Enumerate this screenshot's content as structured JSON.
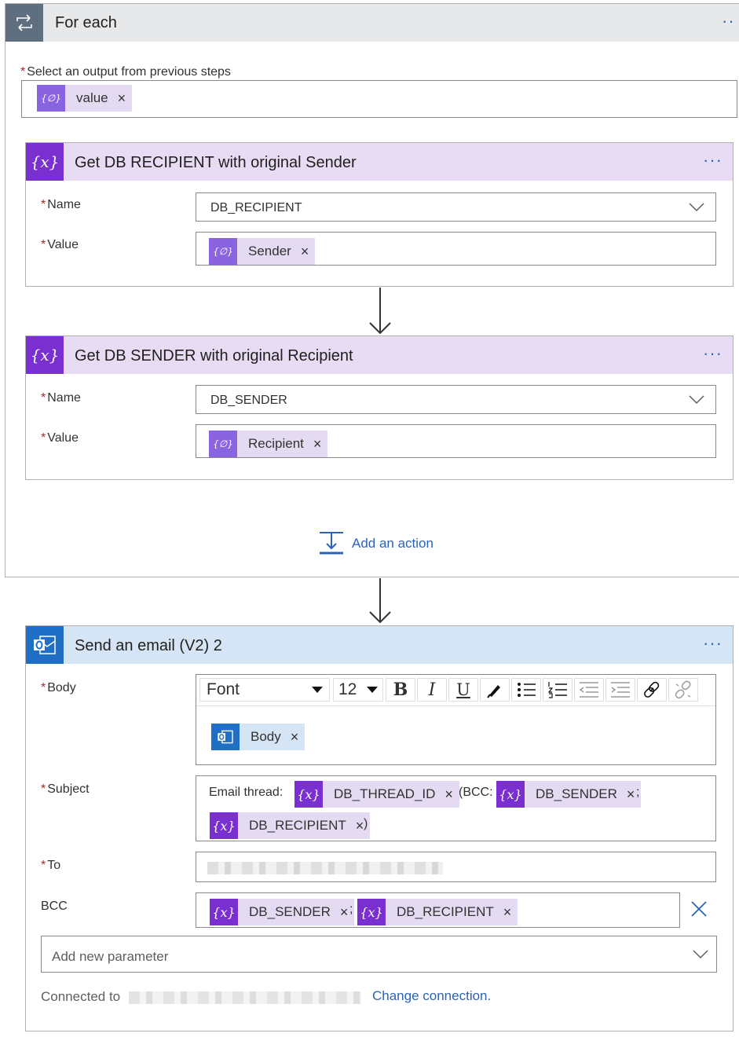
{
  "foreach": {
    "title": "For each",
    "more": "··",
    "select_label": "Select an output from previous steps",
    "select_token": "value",
    "add_action": "Add an action"
  },
  "card1": {
    "title": "Get DB RECIPIENT with original Sender",
    "more": "···",
    "name_label": "Name",
    "name_value": "DB_RECIPIENT",
    "value_label": "Value",
    "value_token": "Sender"
  },
  "card2": {
    "title": "Get DB SENDER with original Recipient",
    "more": "···",
    "name_label": "Name",
    "name_value": "DB_SENDER",
    "value_label": "Value",
    "value_token": "Recipient"
  },
  "email": {
    "title": "Send an email (V2) 2",
    "more": "···",
    "body_label": "Body",
    "toolbar": {
      "font": "Font",
      "size": "12",
      "bold": "B",
      "italic": "I",
      "underline": "U"
    },
    "body_token": "Body",
    "subject_label": "Subject",
    "subject_prefix": "Email thread:",
    "subject_token1": "DB_THREAD_ID",
    "subject_mid": "(BCC:",
    "subject_token2": "DB_SENDER",
    "subject_sep": ";",
    "subject_token3": "DB_RECIPIENT",
    "subject_suffix": ")",
    "to_label": "To",
    "bcc_label": "BCC",
    "bcc_token1": "DB_SENDER",
    "bcc_sep": ";",
    "bcc_token2": "DB_RECIPIENT",
    "add_param_placeholder": "Add new parameter",
    "connected_to": "Connected to",
    "change_connection": "Change connection."
  },
  "colors": {
    "variable": "#7a2fd0",
    "variable_bg": "#e8dcf5",
    "email_header": "#d6e5f5",
    "link": "#2b63b6"
  },
  "symbols": {
    "required": "*",
    "remove": "×",
    "var_icon": "{x}",
    "dyn_icon": "{∅}"
  }
}
